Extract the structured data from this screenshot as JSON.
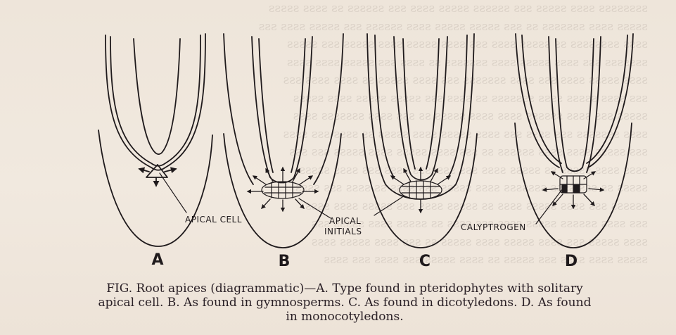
{
  "figure": {
    "labels": {
      "apical_cell": "APICAL CELL",
      "apical": "APICAL",
      "initials": "INITIALS",
      "calyptrogen": "CALYPTROGEN"
    },
    "panels": [
      "A",
      "B",
      "C",
      "D"
    ],
    "caption": {
      "line1": "FIG. Root apices (diagrammatic)—A. Type found in pteridophytes with solitary",
      "line2": "apical cell. B. As found in gymnosperms. C. As found in dicotyledons. D. As found",
      "line3": "in monocotyledons."
    }
  }
}
